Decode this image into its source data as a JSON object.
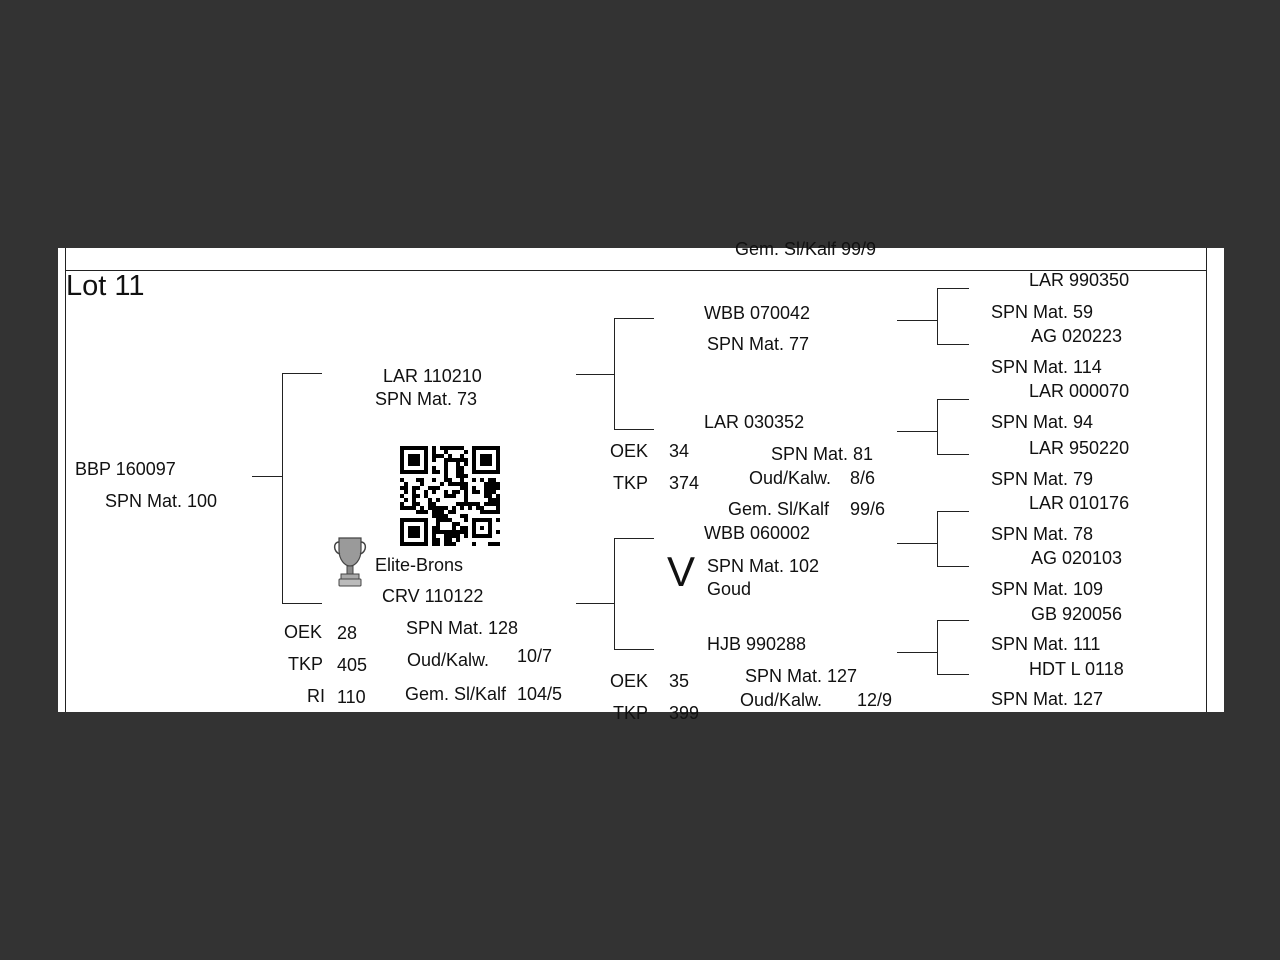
{
  "document": {
    "top_cut_text": "Gem. Sl/Kalf  99/9",
    "lot_label": "Lot 11",
    "subject": {
      "id": "BBP 160097",
      "spn": "SPN Mat. 100"
    },
    "sire": {
      "id": "LAR 110210",
      "spn": "SPN Mat. 73",
      "stats": [
        {
          "label": "OEK",
          "value": "34"
        },
        {
          "label": "TKP",
          "value": "374"
        }
      ]
    },
    "dam": {
      "award": "Elite-Brons",
      "id": "CRV 110122",
      "stats": [
        {
          "label": "OEK",
          "value": "28"
        },
        {
          "label": "TKP",
          "value": "405"
        },
        {
          "label": "RI",
          "value": "110"
        }
      ],
      "spn": "SPN Mat. 128",
      "calv_label": "Oud/Kalw.",
      "calv_value": "10/7",
      "gem_label": "Gem. Sl/Kalf",
      "gem_value": "104/5"
    },
    "sire_sire": {
      "id": "WBB 070042",
      "spn": "SPN Mat. 77"
    },
    "sire_dam": {
      "id": "LAR 030352",
      "spn": "SPN Mat. 81",
      "calv_label": "Oud/Kalw.",
      "calv_value": "8/6",
      "gem_label": "Gem. Sl/Kalf",
      "gem_value": "99/6"
    },
    "dam_sire": {
      "mark": "V",
      "id": "WBB 060002",
      "spn": "SPN Mat. 102",
      "grade": "Goud"
    },
    "dam_dam": {
      "id": "HJB 990288",
      "spn": "SPN Mat. 127",
      "calv_label": "Oud/Kalw.",
      "calv_value": "12/9",
      "stats": [
        {
          "label": "OEK",
          "value": "35"
        },
        {
          "label": "TKP",
          "value": "399"
        }
      ]
    },
    "great_grandparents": [
      {
        "id": "LAR 990350",
        "spn": "SPN Mat. 59"
      },
      {
        "id": "AG  020223",
        "spn": "SPN Mat. 114"
      },
      {
        "id": "LAR 000070",
        "spn": "SPN Mat. 94"
      },
      {
        "id": "LAR 950220",
        "spn": "SPN Mat. 79"
      },
      {
        "id": "LAR 010176",
        "spn": "SPN Mat. 78"
      },
      {
        "id": "AG  020103",
        "spn": "SPN Mat. 109"
      },
      {
        "id": "GB  920056",
        "spn": "SPN Mat. 111"
      },
      {
        "id": "HDT L 0118",
        "spn": "SPN Mat. 127"
      }
    ],
    "icons": {
      "qr": "qr-code-icon",
      "trophy": "trophy-icon"
    }
  }
}
